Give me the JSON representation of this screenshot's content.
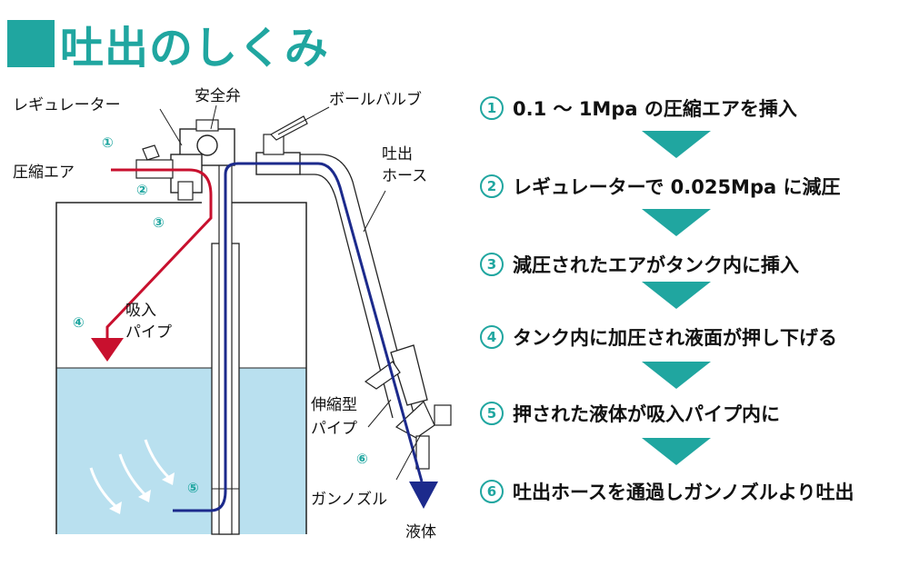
{
  "title": "吐出のしくみ",
  "colors": {
    "accent": "#20a6a0",
    "air_path": "#c8102e",
    "liquid_path": "#1c2a8c",
    "liquid_fill": "#b9e0ef"
  },
  "diagram": {
    "labels": {
      "regulator": "レギュレーター",
      "safety_valve": "安全弁",
      "ball_valve": "ボールバルブ",
      "discharge_hose_1": "吐出",
      "discharge_hose_2": "ホース",
      "compressed_air": "圧縮エア",
      "suction_pipe_1": "吸入",
      "suction_pipe_2": "パイプ",
      "telescopic_pipe_1": "伸縮型",
      "telescopic_pipe_2": "パイプ",
      "gun_nozzle": "ガンノズル",
      "liquid": "液体"
    },
    "numbers": [
      "①",
      "②",
      "③",
      "④",
      "⑤",
      "⑥"
    ]
  },
  "steps": [
    {
      "num": "1",
      "text": "0.1 ～ 1Mpa の圧縮エアを挿入"
    },
    {
      "num": "2",
      "text": "レギュレーターで 0.025Mpa に減圧"
    },
    {
      "num": "3",
      "text": "減圧されたエアがタンク内に挿入"
    },
    {
      "num": "4",
      "text": "タンク内に加圧され液面が押し下げる"
    },
    {
      "num": "5",
      "text": "押された液体が吸入パイプ内に"
    },
    {
      "num": "6",
      "text": "吐出ホースを通過しガンノズルより吐出"
    }
  ]
}
